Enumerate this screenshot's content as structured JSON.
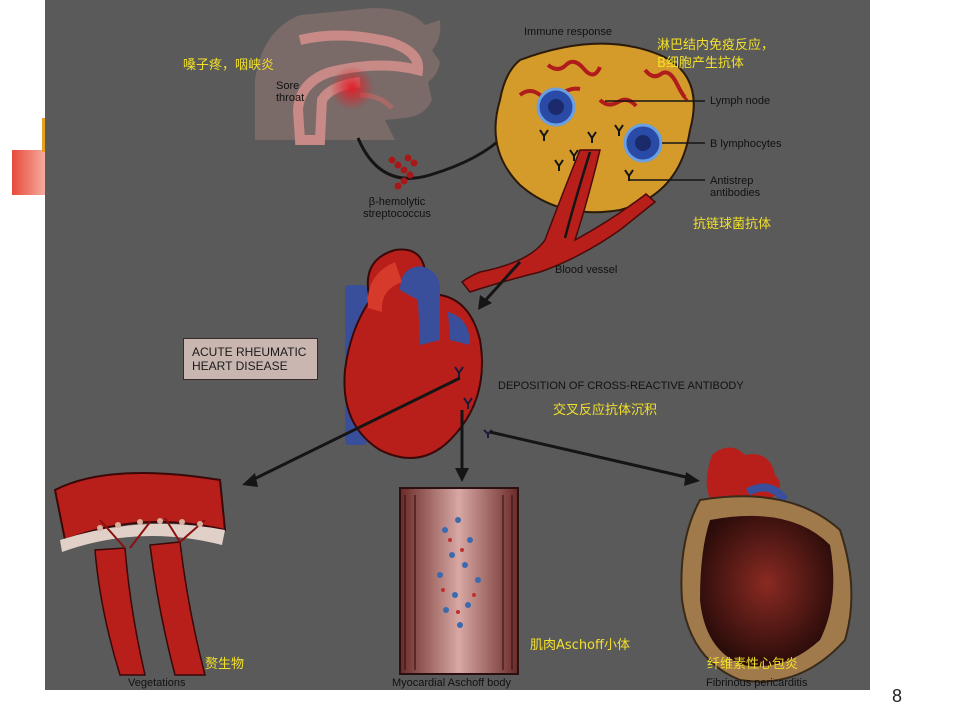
{
  "labels": {
    "immune_response": "Immune response",
    "sore_throat": "Sore throat",
    "hemolytic": "β-hemolytic streptococcus",
    "lymph_node": "Lymph node",
    "b_lymphocytes": "B lymphocytes",
    "antistrep": "Antistrep antibodies",
    "blood_vessel": "Blood vessel",
    "acute_rheumatic": "ACUTE RHEUMATIC HEART DISEASE",
    "deposition": "DEPOSITION OF CROSS-REACTIVE ANTIBODY",
    "vegetations": "Vegetations",
    "myocardial": "Myocardial Aschoff body",
    "fibrinous": "Fibrinous pericarditis"
  },
  "annotations_cn": {
    "sore_throat_cn": "嗓子疼，咽峡炎",
    "lymph_cn_1": "淋巴结内免疫反应，",
    "lymph_cn_2": "B细胞产生抗体",
    "antibody_cn": "抗链球菌抗体",
    "cross_reactive_cn": "交叉反应抗体沉积",
    "vegetation_cn": "赘生物",
    "aschoff_cn": "肌肉Aschoff小体",
    "pericarditis_cn": "纤维素性心包炎"
  },
  "page_number": "8",
  "colors": {
    "panel": "#5a5a5a",
    "annotation_yellow": "#f2e02a",
    "lymph_node": "#d49a2a",
    "heart_red": "#b81f1a",
    "vessel_blue": "#3a4f9c"
  }
}
